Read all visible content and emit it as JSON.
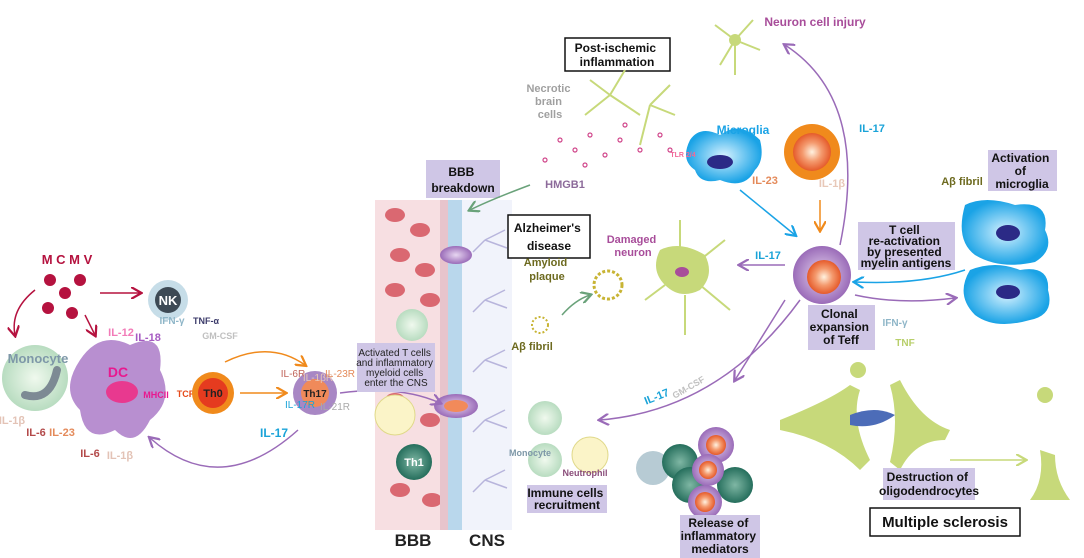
{
  "colors": {
    "box_fill": "#cfc6e6",
    "dc_purple": "#b88fd0",
    "microglia_blue": "#25b3ea",
    "neuron_green": "#c7d97a",
    "vessel_red": "#c9404a",
    "th0_orange": "#f08a1c",
    "mcmv_red": "#b5123f",
    "il17_blue": "#1aa3d8"
  },
  "left": {
    "mcmv": "M C M V",
    "nk": "NK",
    "ifn_gamma": "IFN-γ",
    "tnf_alpha": "TNF-α",
    "gm_csf": "GM-CSF",
    "il12": "IL-12",
    "il18": "IL-18",
    "monocyte": "Monocyte",
    "dc": "DC",
    "mhcii": "MHCII",
    "tcr": "TCR",
    "th0": "Th0",
    "th17": "Th17",
    "il6r": "IL-6R",
    "il1br": "IL-1βR",
    "il23r": "IL-23R",
    "il17r": "IL-17R",
    "il21r": "IL-21R",
    "il17": "IL-17",
    "mono_il1b": "IL-1β",
    "mono_il6": "IL-6",
    "il23": "IL-23",
    "dc_il6": "IL-6",
    "dc_il1b": "IL-1β"
  },
  "barrier": {
    "activated_box": [
      "Activated T cells",
      "and inflammatory",
      "myeloid cells",
      "enter the CNS"
    ],
    "bbb_breakdown": [
      "BBB",
      "breakdown"
    ],
    "bbb": "BBB",
    "cns": "CNS",
    "th1": "Th1"
  },
  "ischemia": {
    "title": [
      "Post-ischemic",
      "inflammation"
    ],
    "neuron_injury": "Neuron cell injury",
    "necrotic": [
      "Necrotic",
      "brain",
      "cells"
    ],
    "hmgb1": "HMGB1",
    "microglia": "Microglia",
    "tlr": "TLR 2/4",
    "il23": "IL-23",
    "il1b": "IL-1β",
    "il17": "IL-17"
  },
  "alzheimer": {
    "title": [
      "Alzheimer's",
      "disease"
    ],
    "damaged_neuron": [
      "Damaged",
      "neuron"
    ],
    "amyloid_plaque": [
      "Amyloid",
      "plaque"
    ],
    "ab_fibril": "Aβ fibril",
    "il17": "IL-17"
  },
  "teff": {
    "reactivation": [
      "T cell",
      "re-activation",
      "by presented",
      "myelin antigens"
    ],
    "activation_microglia": [
      "Activation",
      "of",
      "microglia"
    ],
    "ab_fibril": "Aβ fibril",
    "clonal": [
      "Clonal",
      "expansion",
      "of Teff"
    ],
    "ifn_gamma": "IFN-γ",
    "tnf": "TNF"
  },
  "recruitment": {
    "gm_csf": "GM-CSF",
    "il17": "IL-17",
    "monocyte": "Monocyte",
    "neutrophil": "Neutrophil",
    "box": [
      "Immune cells",
      "recruitment"
    ],
    "release": [
      "Release of",
      "inflammatory",
      "mediators"
    ]
  },
  "ms": {
    "destruction": [
      "Destruction of",
      "oligodendrocytes"
    ],
    "title": "Multiple sclerosis"
  }
}
